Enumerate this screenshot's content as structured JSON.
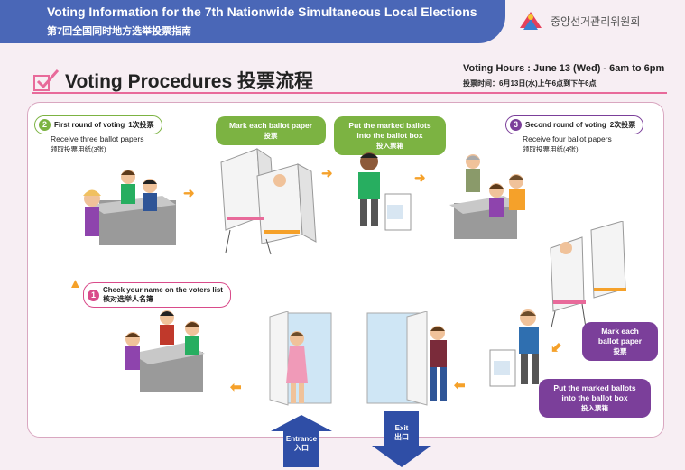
{
  "header": {
    "title": "Voting Information for the 7th Nationwide Simultaneous Local Elections",
    "subtitle": "第7回全国同时地方选举投票指南",
    "org_name": "중앙선거관리위원회"
  },
  "section": {
    "title": "Voting Procedures  投票流程",
    "hours_en": "Voting Hours : June 13 (Wed) - 6am to 6pm",
    "hours_zh": "投票时间：6月13日(水)上午6点到下午6点"
  },
  "steps": {
    "s1": {
      "num": "1",
      "label": "Check your name on the voters list",
      "label_zh": "核对选举人名簿"
    },
    "s2": {
      "num": "2",
      "label": "First round of voting",
      "label_zh": "1次投票",
      "desc": "Receive three ballot papers",
      "desc_zh": "领取投票用纸(3张)"
    },
    "s3": {
      "num": "3",
      "label": "Second round of voting",
      "label_zh": "2次投票",
      "desc": "Receive four ballot papers",
      "desc_zh": "领取投票用纸(4张)"
    },
    "mark1": {
      "en": "Mark each ballot paper",
      "zh": "投票"
    },
    "put1": {
      "en1": "Put the marked ballots",
      "en2": "into the ballot box",
      "zh": "投入票箱"
    },
    "mark2": {
      "en1": "Mark each",
      "en2": "ballot paper",
      "zh": "投票"
    },
    "put2": {
      "en1": "Put the marked ballots",
      "en2": "into the ballot box",
      "zh": "投入票箱"
    }
  },
  "gates": {
    "entrance_en": "Entrance",
    "entrance_zh": "入口",
    "exit_en": "Exit",
    "exit_zh": "出口"
  },
  "colors": {
    "blue": "#4a67b7",
    "green": "#7cb342",
    "purple": "#7b3f9a",
    "pink": "#e86a9a",
    "orange": "#f5a12a"
  }
}
